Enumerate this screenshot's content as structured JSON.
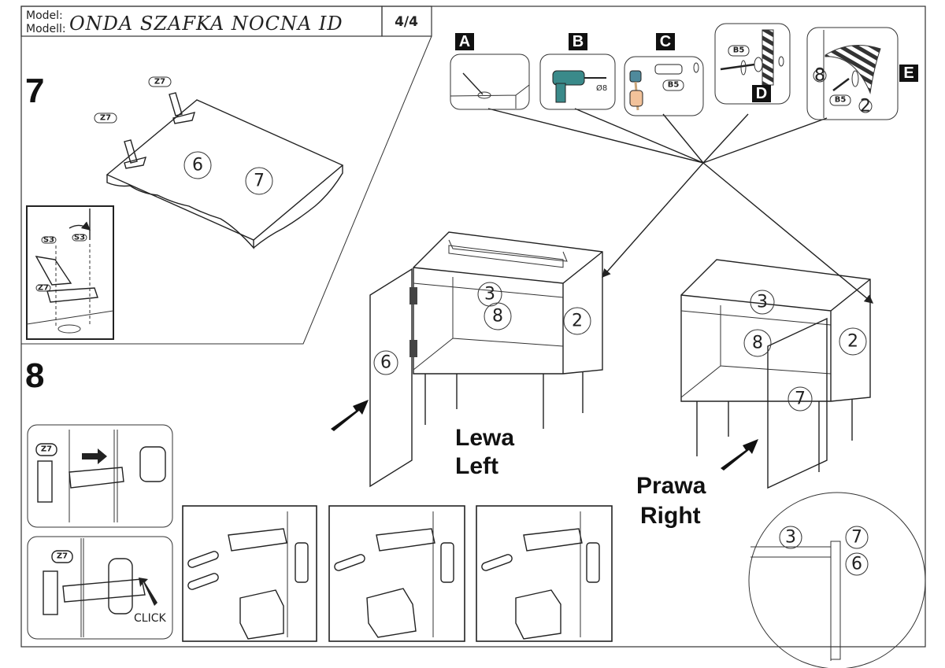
{
  "header": {
    "model_label": "Model:",
    "modell_label": "Modell:",
    "model_name": "ONDA SZAFKA NOCNA ID",
    "page": "4/4"
  },
  "wall_mount": {
    "steps": [
      {
        "letter": "A",
        "icon": "pencil-mark-icon"
      },
      {
        "letter": "B",
        "icon": "drill-icon",
        "drill_size": "Ø8"
      },
      {
        "letter": "C",
        "icon": "hammer-dowel-icon",
        "part": "B5"
      },
      {
        "letter": "D",
        "icon": "screw-washer-icon",
        "part": "B5"
      },
      {
        "letter": "E",
        "icon": "screw-into-panel-icon",
        "part": "B5",
        "panels": [
          "8",
          "2"
        ]
      }
    ]
  },
  "step7": {
    "number": "7",
    "hinge_label": "Z7",
    "panels": [
      "6",
      "7"
    ],
    "inset": {
      "screw_label": "S3",
      "hinge_label": "Z7"
    }
  },
  "step8": {
    "number": "8",
    "hinge_label": "Z7",
    "click_label": "CLICK"
  },
  "left_cabinet": {
    "label_pl": "Lewa",
    "label_en": "Left",
    "panels": {
      "top": "3",
      "shelf": "8",
      "side": "2",
      "door": "6"
    }
  },
  "right_cabinet": {
    "label_pl": "Prawa",
    "label_en": "Right",
    "panels": {
      "top": "3",
      "shelf": "8",
      "side": "2",
      "door": "7"
    }
  },
  "detail": {
    "panels": [
      "3",
      "7",
      "6"
    ]
  }
}
